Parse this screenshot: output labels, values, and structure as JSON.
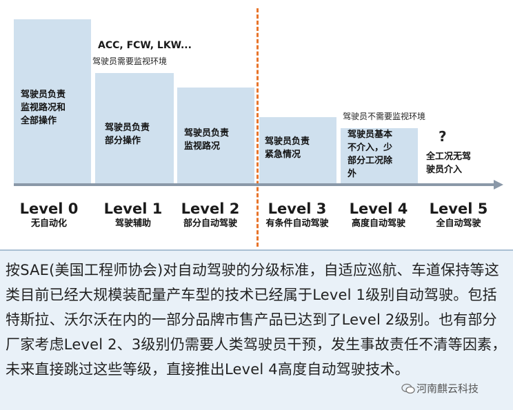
{
  "notes": {
    "adas": "ACC, FCW, LKW...",
    "supervise": "驾驶员需要监视环境",
    "no_supervise": "驾驶员不需要监视环境",
    "unknown": "?"
  },
  "levels": [
    {
      "name": "Level 0",
      "desc": "无自动化",
      "role": "驾驶员负责\n监视路况和\n全部操作"
    },
    {
      "name": "Level 1",
      "desc": "驾驶辅助",
      "role": "驾驶员负责\n部分操作"
    },
    {
      "name": "Level 2",
      "desc": "部分自动驾驶",
      "role": "驾驶员负责\n监视路况"
    },
    {
      "name": "Level 3",
      "desc": "有条件自动驾驶",
      "role": "驾驶员负责\n紧急情况"
    },
    {
      "name": "Level 4",
      "desc": "高度自动驾驶",
      "role": "驾驶员基本\n不介入，少\n部分工况除\n外"
    },
    {
      "name": "Level 5",
      "desc": "全自动驾驶",
      "role": "全工况无驾\n驶员介入"
    }
  ],
  "caption": "按SAE(美国工程师协会)对自动驾驶的分级标准，自适应巡航、车道保持等这类目前已经大规模装配量产车型的技术已经属于Level 1级别自动驾驶。包括特斯拉、沃尔沃在内的一部分品牌市售产品已达到了Level 2级别。也有部分厂家考虑Level 2、3级别仍需要人类驾驶员干预，发生事故责任不清等因素，未来直接跳过这些等级，直接推出Level 4高度自动驾驶技术。",
  "watermark": "河南麒云科技",
  "colors": {
    "bar": "#cfe0ee",
    "divider": "#e8742a",
    "axis": "#8a98a8",
    "caption_bg": "#e9f1f8"
  }
}
